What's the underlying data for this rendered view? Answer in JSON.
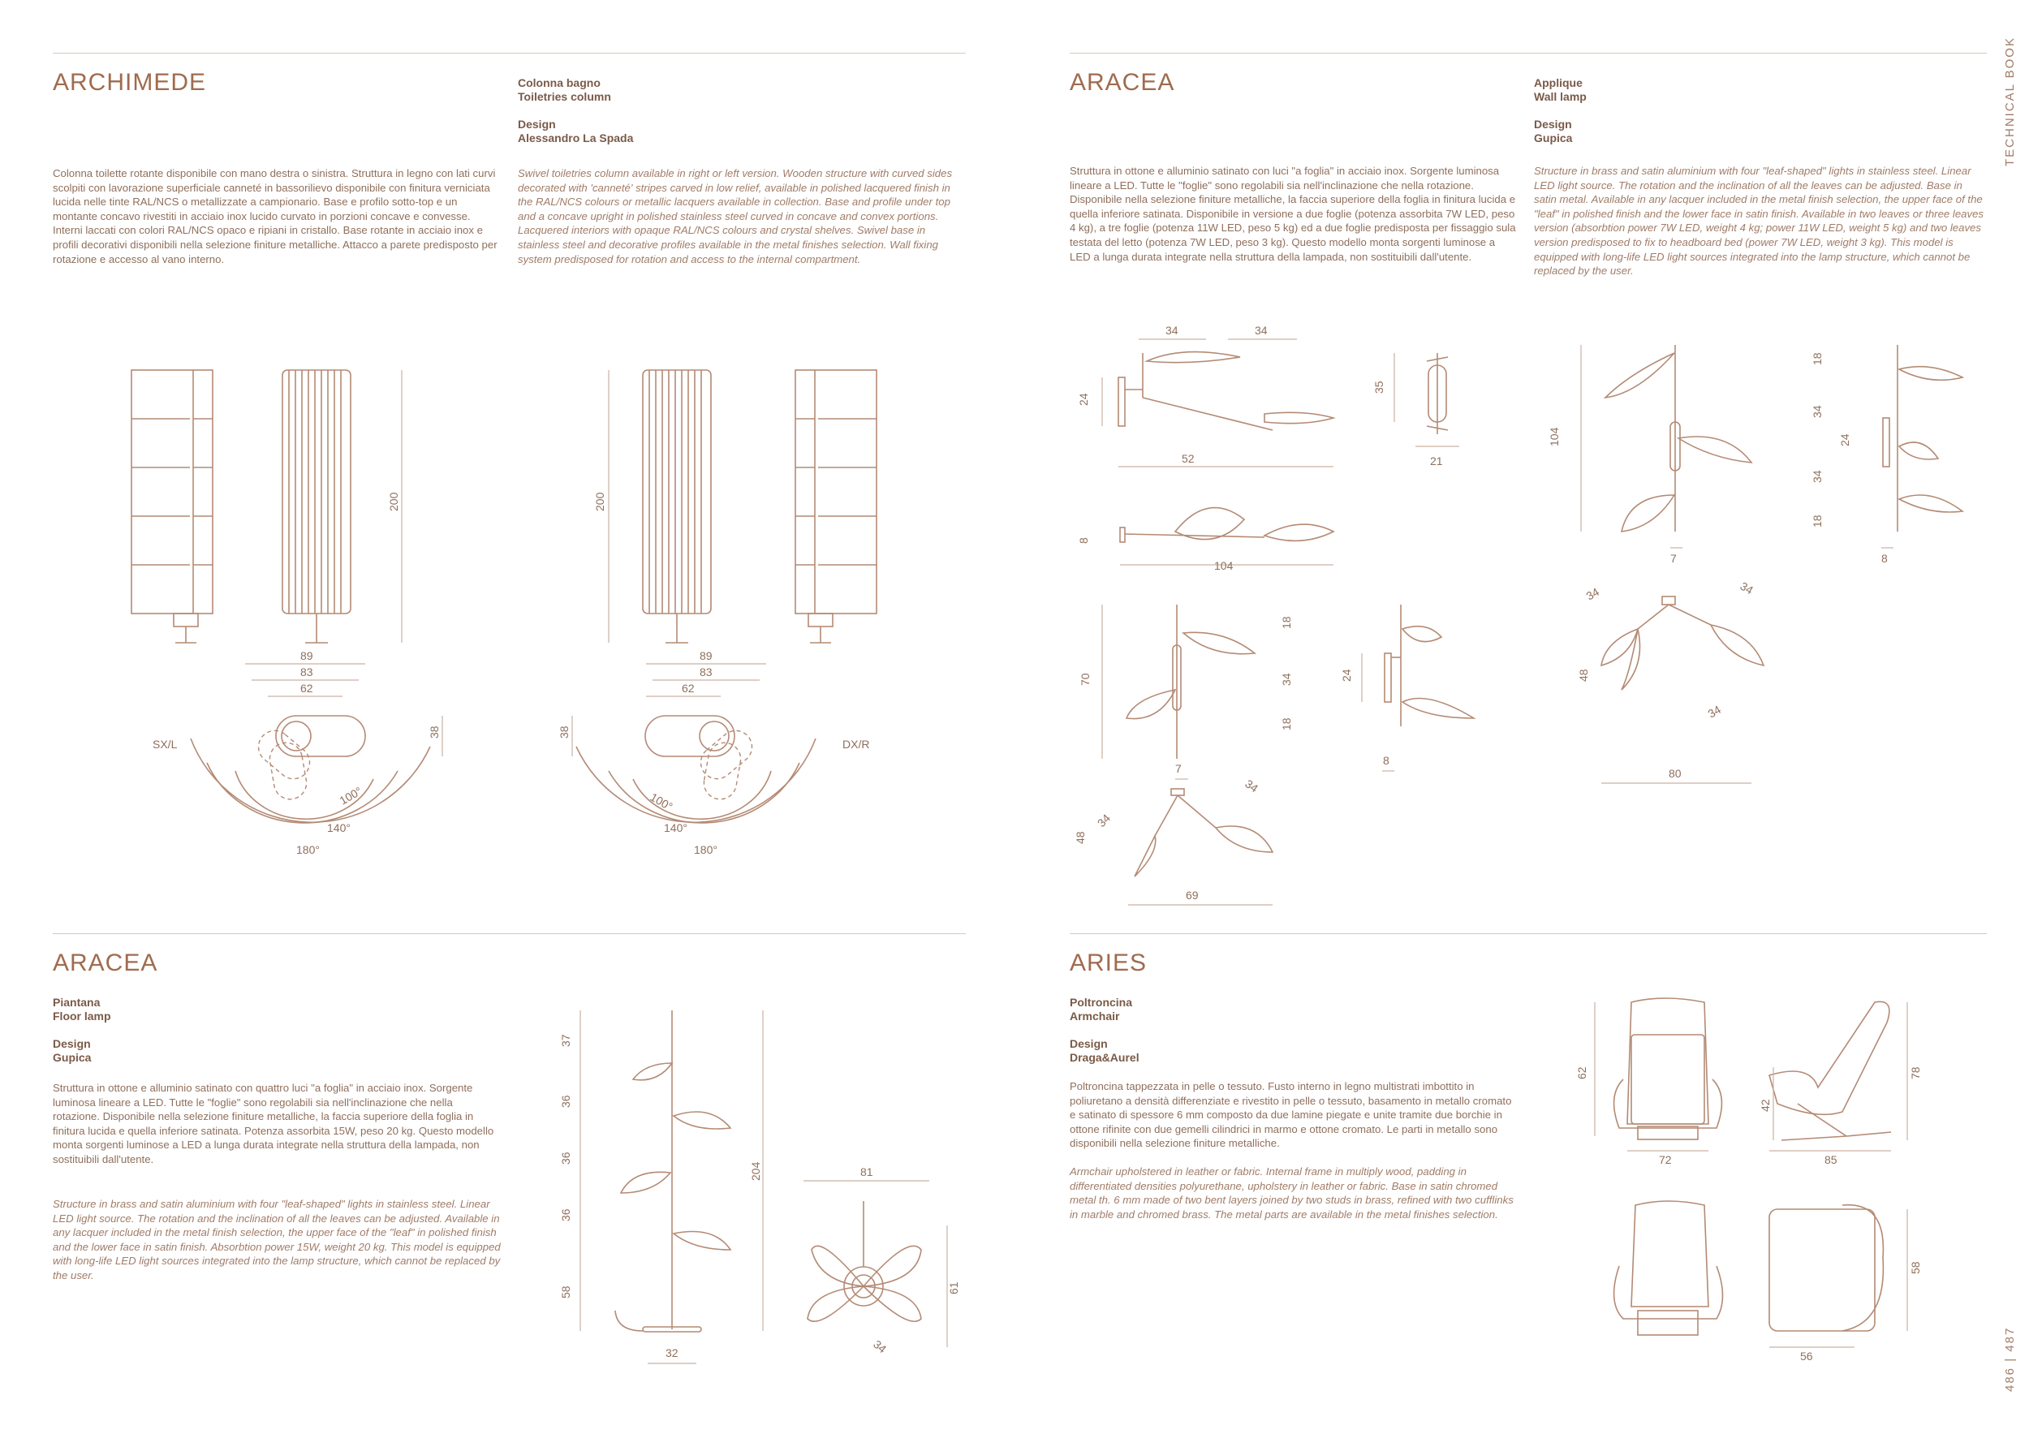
{
  "side_label": "TECHNICAL BOOK",
  "page_numbers": "486 | 487",
  "archimede": {
    "title": "ARCHIMEDE",
    "type_it": "Colonna bagno",
    "type_en": "Toiletries column",
    "design_label": "Design",
    "designer": "Alessandro La Spada",
    "text_it": "Colonna toilette rotante disponibile con mano destra o sinistra. Struttura in legno con lati curvi scolpiti con lavorazione superficiale canneté in bassorilievo disponibile con finitura verniciata lucida nelle tinte RAL/NCS o metallizzate a campionario. Base e profilo sotto-top e un montante concavo rivestiti in acciaio inox lucido curvato in porzioni concave e convesse. Interni laccati con colori RAL/NCS opaco e ripiani in cristallo. Base rotante in acciaio inox e profili decorativi disponibili nella selezione finiture metalliche. Attacco a parete predisposto per rotazione e accesso al vano interno.",
    "text_en": "Swivel toiletries column available in right or left version. Wooden structure with curved sides decorated with 'canneté' stripes carved in low relief, available in polished lacquered finish in the RAL/NCS colours or metallic lacquers available in collection. Base and profile under top and a concave upright in polished stainless steel curved in concave and convex portions. Lacquered interiors with opaque RAL/NCS colours and crystal shelves. Swivel base in stainless steel and decorative profiles available in the metal finishes selection. Wall fixing system predisposed for rotation and access to the internal compartment.",
    "dims": {
      "height": "200",
      "w1": "89",
      "w2": "83",
      "w3": "62",
      "depth": "38",
      "a100": "100°",
      "a140": "140°",
      "a180": "180°",
      "left": "SX/L",
      "right": "DX/R"
    }
  },
  "aracea_wall": {
    "title": "ARACEA",
    "type_it": "Applique",
    "type_en": "Wall lamp",
    "design_label": "Design",
    "designer": "Gupica",
    "text_it": "Struttura in ottone e alluminio satinato con luci \"a foglia\" in acciaio inox. Sorgente luminosa lineare a LED. Tutte le \"foglie\" sono regolabili sia nell'inclinazione che nella rotazione. Disponibile nella selezione finiture metalliche, la faccia superiore della foglia in finitura lucida e quella inferiore satinata. Disponibile in versione a due foglie (potenza assorbita 7W LED, peso 4 kg), a tre foglie (potenza 11W LED, peso 5 kg) ed a due foglie predisposta per fissaggio sula testata del letto (potenza 7W LED, peso 3 kg). Questo modello monta sorgenti luminose a LED a lunga durata integrate nella struttura della lampada, non sostituibili dall'utente.",
    "text_en": "Structure in brass and satin aluminium with four \"leaf-shaped\" lights in stainless steel. Linear LED light source. The rotation and the inclination of all the leaves can be adjusted. Base in satin metal. Available in any lacquer included in the metal finish selection, the upper face of the \"leaf\" in polished finish and the lower face in satin finish. Available in two leaves or three leaves version (absorbtion power 7W LED, weight 4 kg; power 11W LED, weight 5 kg) and two leaves version predisposed to fix to headboard bed (power 7W LED, weight 3 kg). This model is equipped with long-life LED light sources integrated into the lamp structure, which cannot be replaced by the user.",
    "dims": {
      "d34": "34",
      "d24": "24",
      "d52": "52",
      "d35": "35",
      "d21": "21",
      "d8": "8",
      "d104": "104",
      "d70": "70",
      "d18": "18",
      "d7": "7",
      "d48": "48",
      "d69": "69",
      "d80": "80"
    }
  },
  "aracea_floor": {
    "title": "ARACEA",
    "type_it": "Piantana",
    "type_en": "Floor lamp",
    "design_label": "Design",
    "designer": "Gupica",
    "text_it": "Struttura in ottone e alluminio satinato con quattro luci \"a foglia\" in acciaio inox. Sorgente luminosa lineare a LED. Tutte le \"foglie\" sono regolabili sia nell'inclinazione che nella rotazione. Disponibile nella selezione finiture metalliche, la faccia superiore della foglia in finitura lucida e quella inferiore satinata. Potenza assorbita 15W, peso 20 kg. Questo modello monta sorgenti luminose a LED a lunga durata integrate nella struttura della lampada, non sostituibili dall'utente.",
    "text_en": "Structure in brass and satin aluminium with four \"leaf-shaped\" lights in stainless steel. Linear LED light source. The rotation and the inclination of all the leaves can be adjusted. Available in any lacquer included in the metal finish selection, the upper face of the \"leaf\" in polished finish and the lower face in satin finish. Absorbtion power 15W, weight 20 kg. This model is equipped with long-life LED light sources integrated into the lamp structure, which cannot be replaced by the user.",
    "dims": {
      "d37": "37",
      "d36": "36",
      "d58": "58",
      "d204": "204",
      "d32": "32",
      "d81": "81",
      "d61": "61",
      "d34": "34"
    }
  },
  "aries": {
    "title": "ARIES",
    "type_it": "Poltroncina",
    "type_en": "Armchair",
    "design_label": "Design",
    "designer": "Draga&Aurel",
    "text_it": "Poltroncina tappezzata in pelle o tessuto. Fusto interno in legno multistrati imbottito in poliuretano a densità differenziate e rivestito in pelle o tessuto, basamento in metallo cromato e satinato di spessore 6 mm composto da due lamine piegate e unite tramite due borchie in ottone rifinite con due gemelli cilindrici in marmo e ottone cromato. Le parti in metallo sono disponibili nella selezione finiture metalliche.",
    "text_en": "Armchair upholstered in leather or fabric. Internal frame in multiply wood, padding in differentiated densities polyurethane, upholstery in leather or fabric. Base in satin chromed metal th. 6 mm made of two bent layers joined by two studs in brass, refined with two cufflinks in marble and chromed brass. The metal parts are available in the metal finishes selection.",
    "dims": {
      "d62": "62",
      "d72": "72",
      "d78": "78",
      "d42": "42",
      "d85": "85",
      "d58": "58",
      "d56": "56"
    }
  }
}
